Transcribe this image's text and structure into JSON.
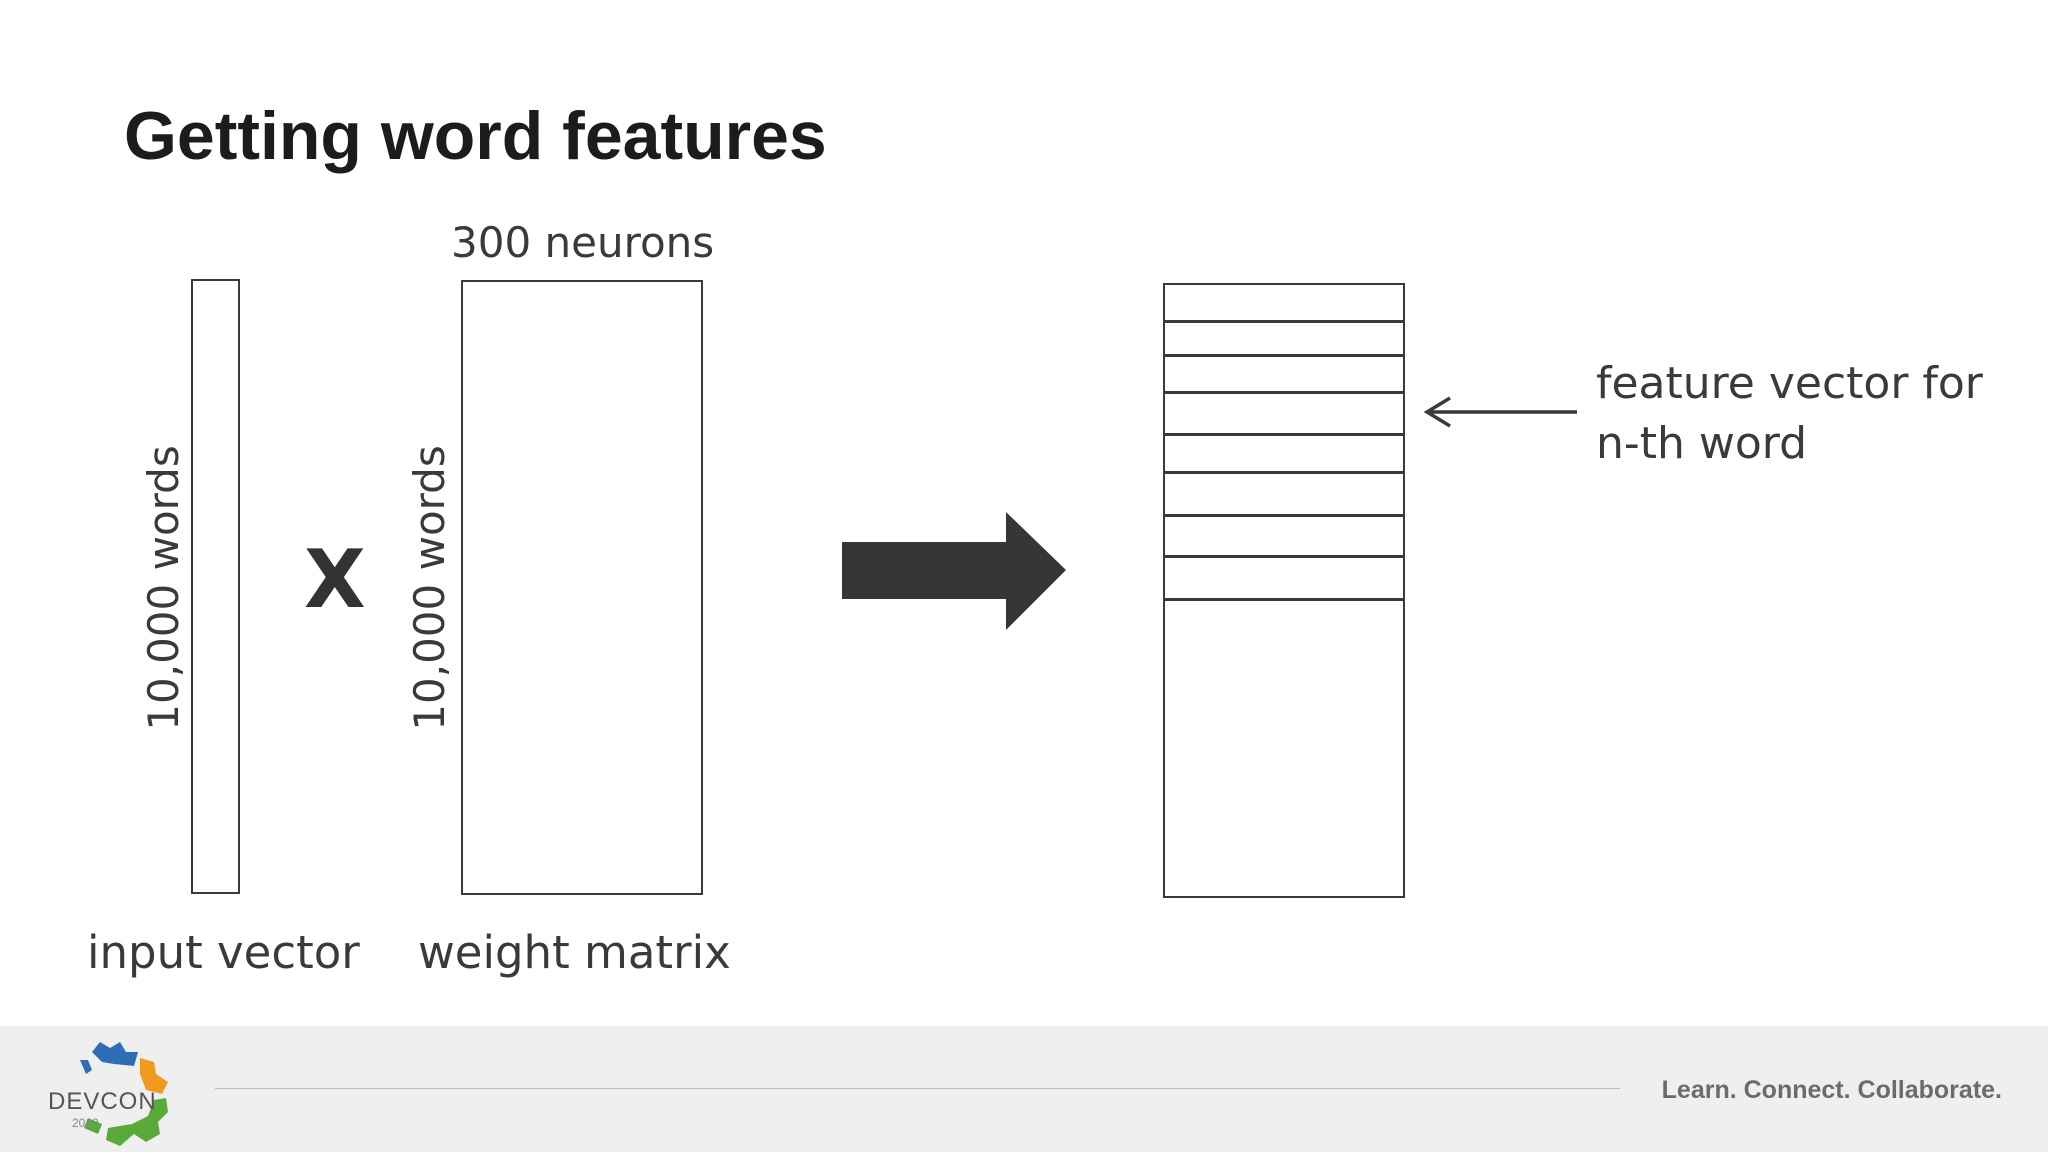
{
  "slide": {
    "title": "Getting word features",
    "input_vector": {
      "side_label": "10,000 words",
      "caption": "input vector"
    },
    "operator": "X",
    "weight_matrix": {
      "top_label": "300 neurons",
      "side_label": "10,000 words",
      "caption": "weight matrix"
    },
    "result_annotation": {
      "line1": "feature vector for",
      "line2": "n-th word"
    }
  },
  "footer": {
    "logo_text": "DEVCON",
    "logo_year": "2019",
    "tagline": "Learn. Connect. Collaborate."
  },
  "colors": {
    "ink": "#3a3a3a",
    "arrow": "#363636",
    "footer_bg": "#efefef",
    "logo_blue": "#2f6db5",
    "logo_orange": "#f29a1f",
    "logo_green": "#5aaa3a"
  }
}
